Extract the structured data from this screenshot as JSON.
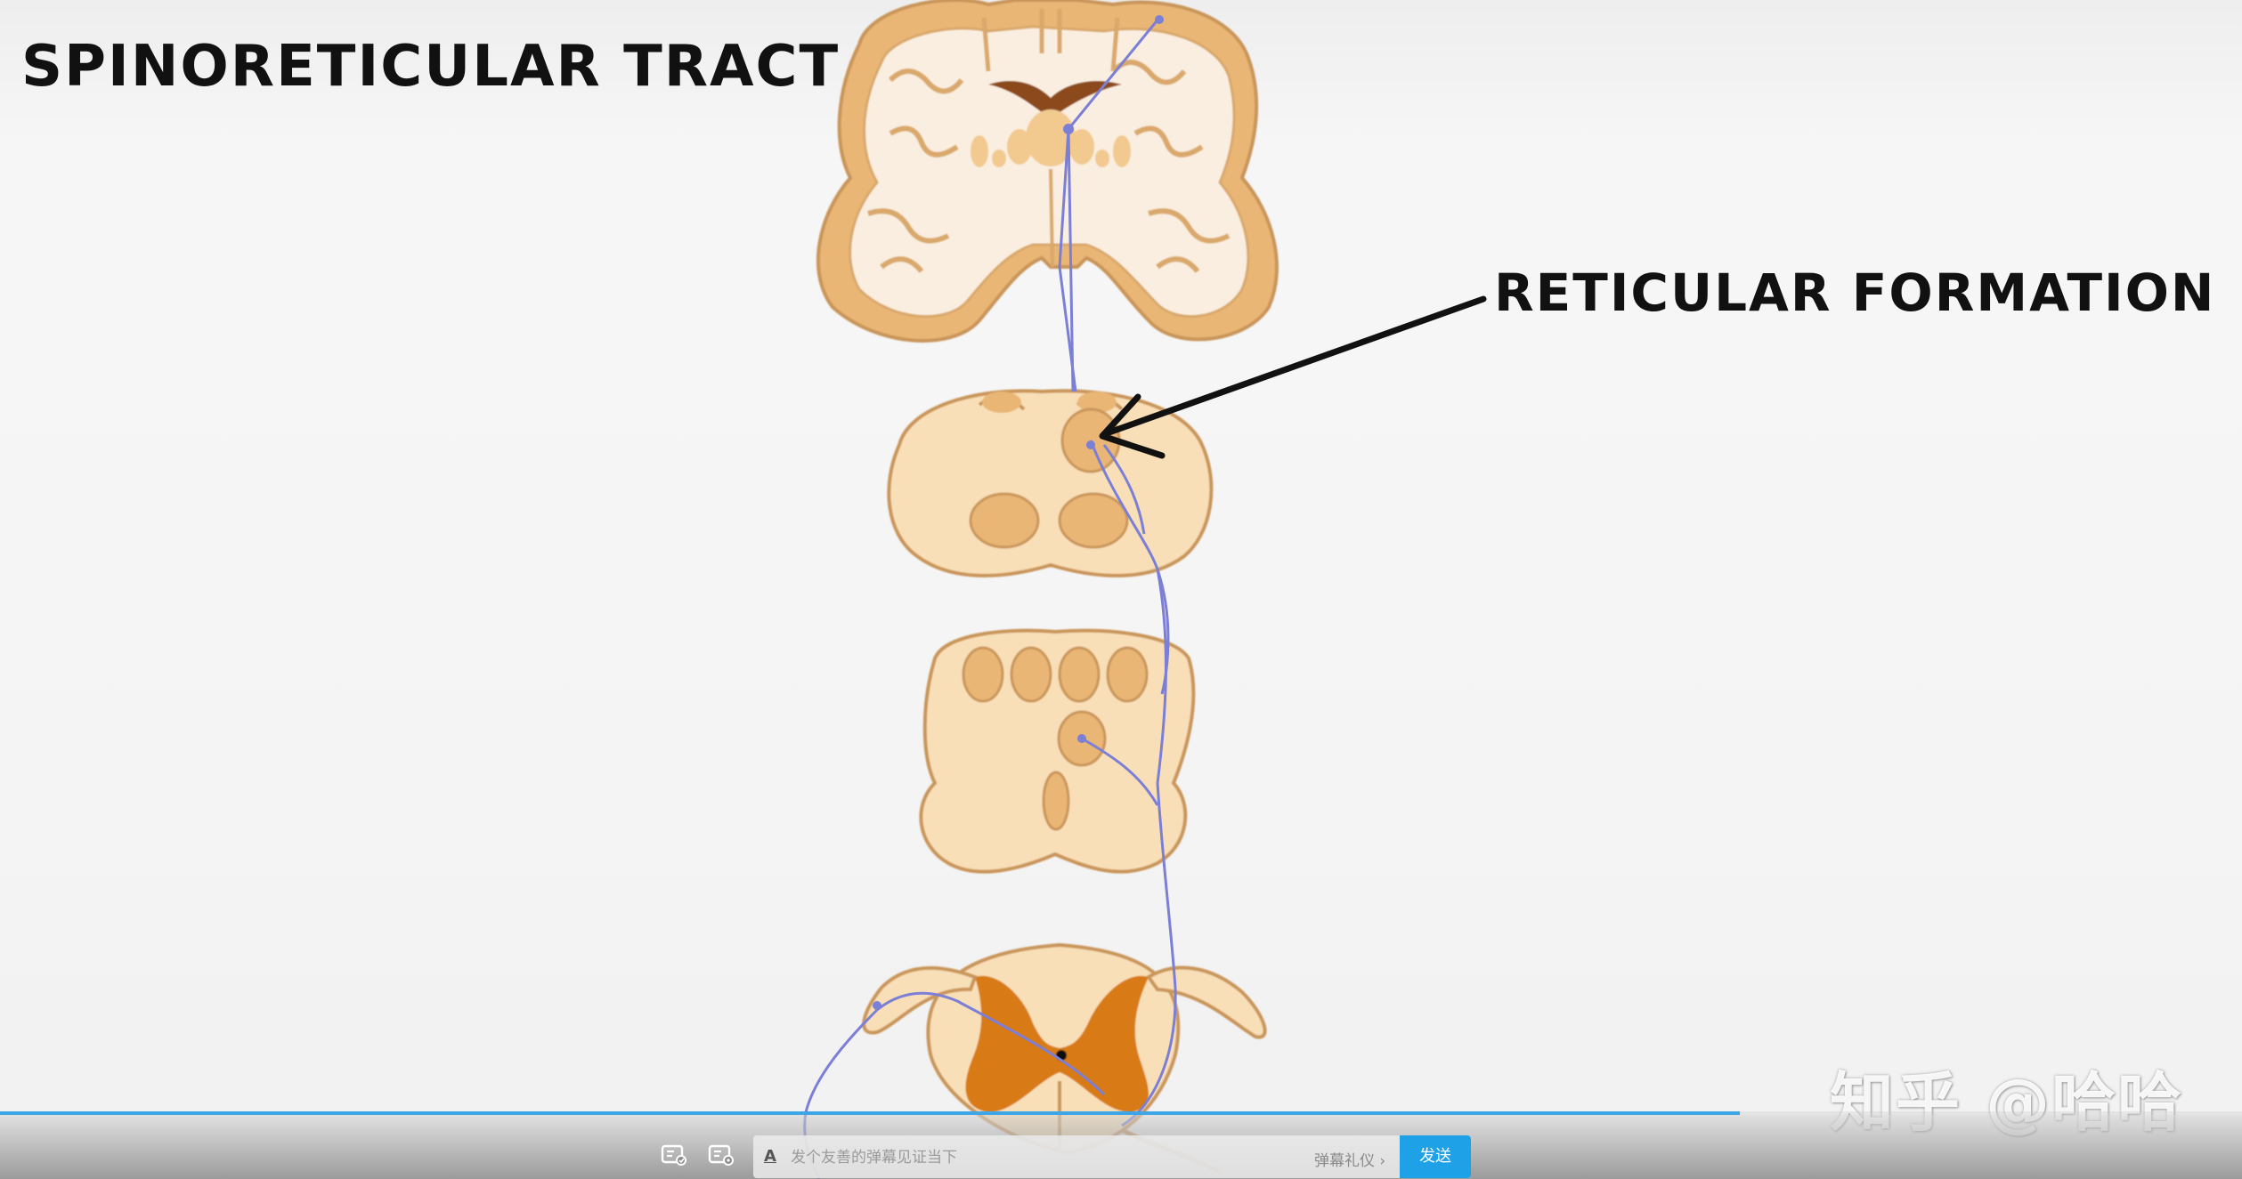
{
  "video": {
    "title": "SPINORETICULAR TRACT",
    "annotation_label": "RETICULAR FORMATION",
    "watermark": "知乎 @哈哈",
    "progress_fraction": 0.776
  },
  "player": {
    "danmaku_prefix": "A",
    "danmaku_placeholder": "发个友善的弹幕见证当下",
    "etiquette_label": "弹幕礼仪 ›",
    "send_label": "发送"
  },
  "icons": [
    "danmaku-toggle-icon",
    "danmaku-settings-icon"
  ],
  "colors": {
    "tissue_light": "#f9dfb8",
    "tissue_outline": "#c9955a",
    "nucleus": "#e9b676",
    "grey_matter": "#d87a16",
    "tract_line": "#7b7fd6",
    "accent": "#1ea1e6"
  }
}
